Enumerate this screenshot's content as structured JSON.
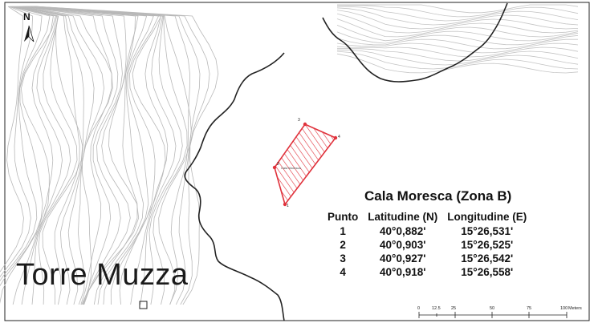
{
  "map": {
    "north_label": "N",
    "place_label": "Torre Muzza",
    "area": {
      "title": "Cala Moresca (Zona B)",
      "inner_label": "Cala Moresca",
      "vertex_labels": [
        "1",
        "2",
        "3",
        "4"
      ]
    },
    "table": {
      "headers": [
        "Punto",
        "Latitudine (N)",
        "Longitudine (E)"
      ],
      "rows": [
        {
          "punto": "1",
          "lat": "40°0,882'",
          "lon": "15°26,531'"
        },
        {
          "punto": "2",
          "lat": "40°0,903'",
          "lon": "15°26,525'"
        },
        {
          "punto": "3",
          "lat": "40°0,927'",
          "lon": "15°26,542'"
        },
        {
          "punto": "4",
          "lat": "40°0,918'",
          "lon": "15°26,558'"
        }
      ]
    },
    "scale": {
      "ticks": [
        "0",
        "12.5",
        "25",
        "50",
        "75",
        "100"
      ],
      "unit": "Meters"
    },
    "colors": {
      "polygon": "#e0323c",
      "contour": "#b8b8b8",
      "coast": "#222222"
    }
  }
}
